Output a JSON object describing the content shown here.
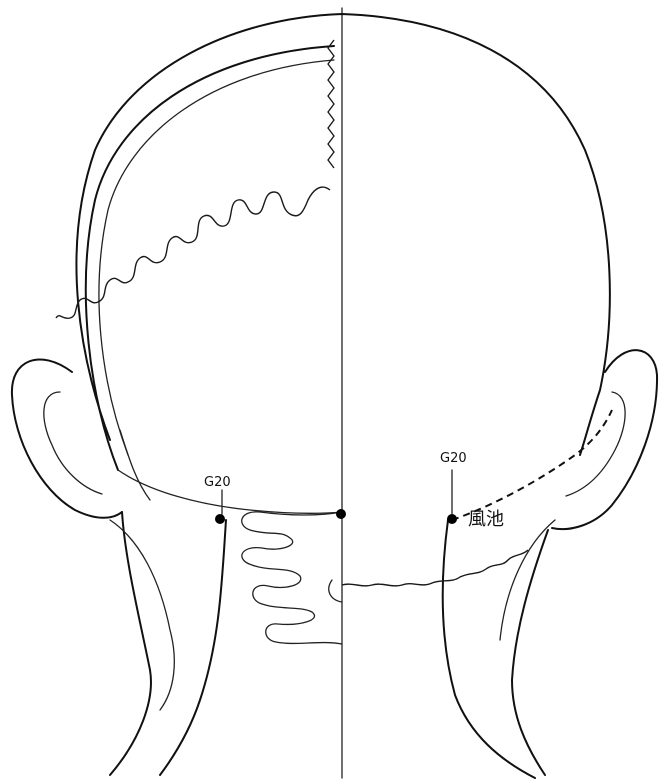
{
  "diagram": {
    "points": [
      {
        "side": "left",
        "code": "G20"
      },
      {
        "side": "right",
        "code": "G20",
        "name": "風池"
      }
    ]
  }
}
